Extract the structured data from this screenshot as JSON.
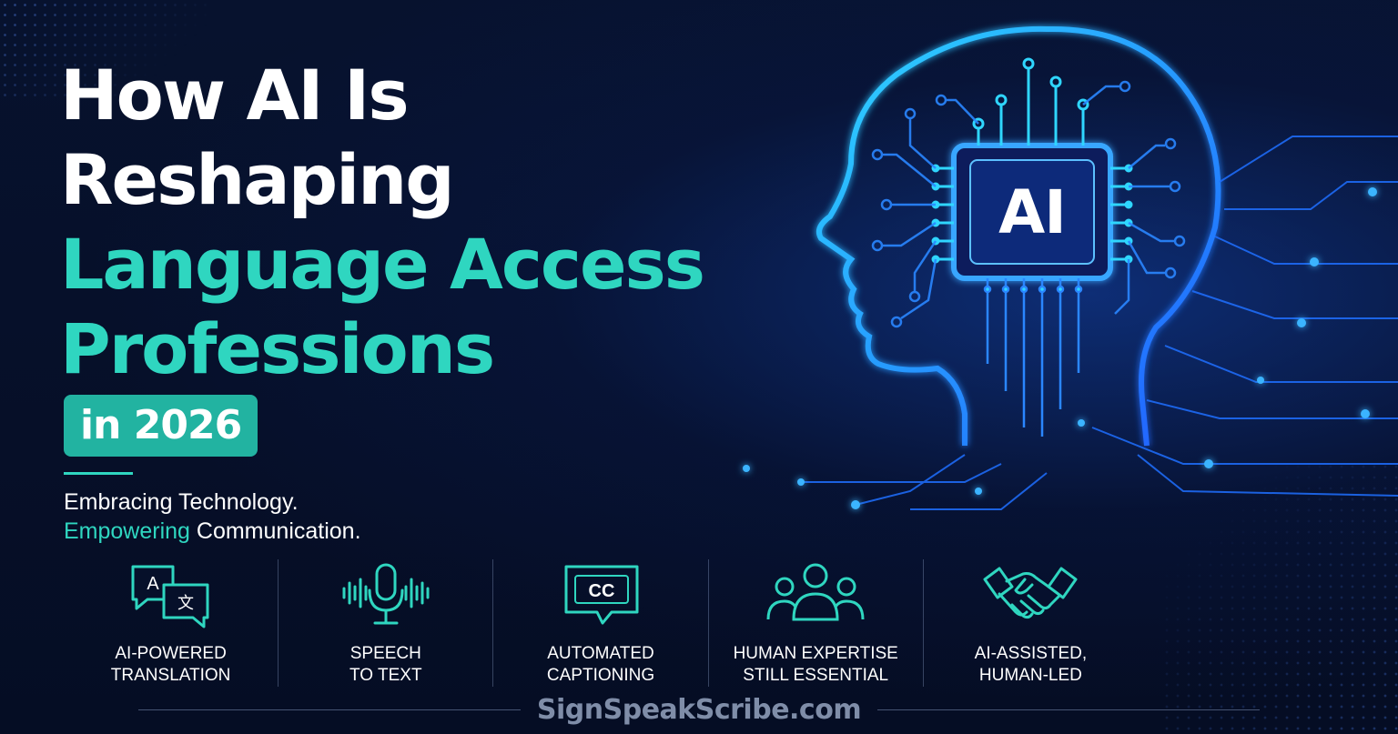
{
  "headline": {
    "line1": "How AI Is",
    "line2": "Reshaping",
    "line3": "Language Access",
    "line4": "Professions"
  },
  "year_badge": "in 2026",
  "tagline": {
    "line1": "Embracing Technology.",
    "line2_highlight": "Empowering",
    "line2_rest": " Communication."
  },
  "ai_chip_label": "AI",
  "features": [
    {
      "icon": "translation-bubbles-icon",
      "glyph_a": "A",
      "glyph_b": "文",
      "label_line1": "AI-POWERED",
      "label_line2": "TRANSLATION"
    },
    {
      "icon": "microphone-icon",
      "label_line1": "SPEECH",
      "label_line2": "TO TEXT"
    },
    {
      "icon": "closed-caption-icon",
      "glyph": "CC",
      "label_line1": "AUTOMATED",
      "label_line2": "CAPTIONING"
    },
    {
      "icon": "people-group-icon",
      "label_line1": "HUMAN EXPERTISE",
      "label_line2": "STILL ESSENTIAL"
    },
    {
      "icon": "handshake-icon",
      "label_line1": "AI-ASSISTED,",
      "label_line2": "HUMAN-LED"
    }
  ],
  "footer": {
    "site": "SignSpeakScribe.com"
  },
  "colors": {
    "background": "#06102a",
    "accent_teal": "#2fd6c0",
    "badge_teal": "#22b3a1",
    "glow_blue": "#2e8bff",
    "text_white": "#ffffff",
    "footer_gray": "#7f8da8"
  }
}
